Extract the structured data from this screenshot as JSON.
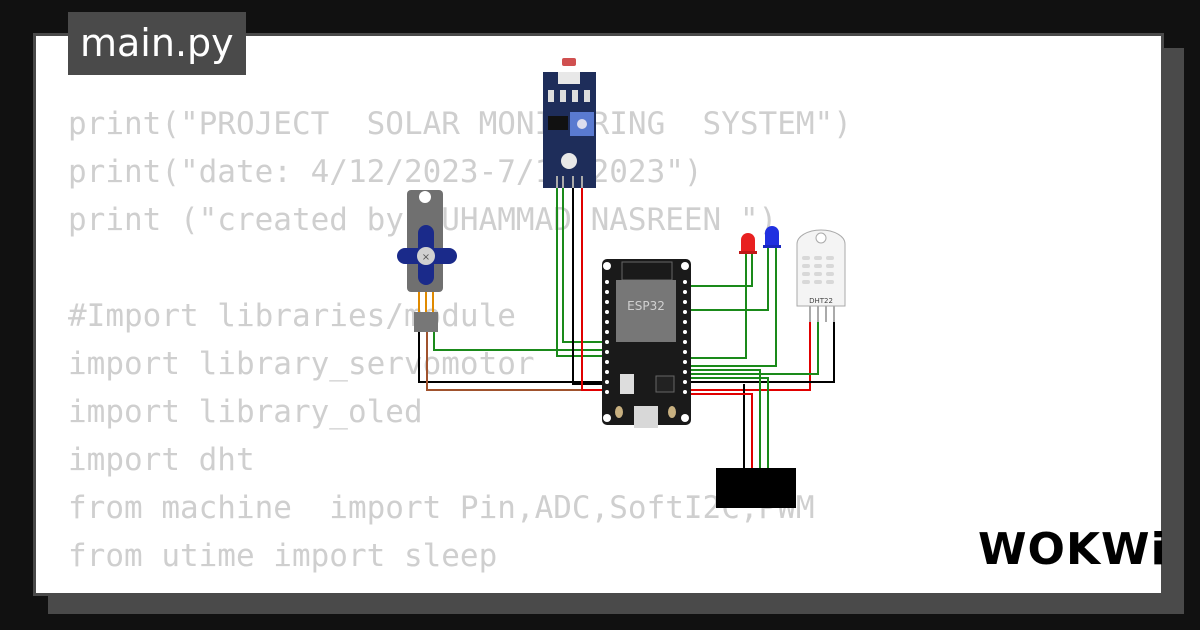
{
  "file_tab": {
    "label": "main.py"
  },
  "code_lines": [
    "print(\"PROJECT  SOLAR MONITORING  SYSTEM\")",
    "print(\"date: 4/12/2023-7/12/2023\")",
    "print (\"created by MUHAMMAD NASREEN \")",
    "",
    "#Import libraries/module",
    "import library_servomotor",
    "import library_oled",
    "import dht",
    "from machine  import Pin,ADC,SoftI2C,PWM",
    "from utime import sleep"
  ],
  "esp32": {
    "label": "ESP32"
  },
  "dht": {
    "label": "DHT22"
  },
  "logo": {
    "text": "WOKWi"
  },
  "colors": {
    "background": "#111111",
    "card": "#ffffff",
    "tab": "#4a4a4a",
    "code_text": "#cfcfcf",
    "wire_green": "#1a8a1a",
    "wire_red": "#e00000",
    "wire_black": "#000000",
    "wire_brown": "#a0522d",
    "servo_horn": "#1a2a8a",
    "ldr_board": "#1e2d5a"
  },
  "icons": [
    "servo-icon",
    "ldr-sensor-icon",
    "esp32-icon",
    "red-led-icon",
    "blue-led-icon",
    "dht22-icon",
    "oled-icon"
  ]
}
